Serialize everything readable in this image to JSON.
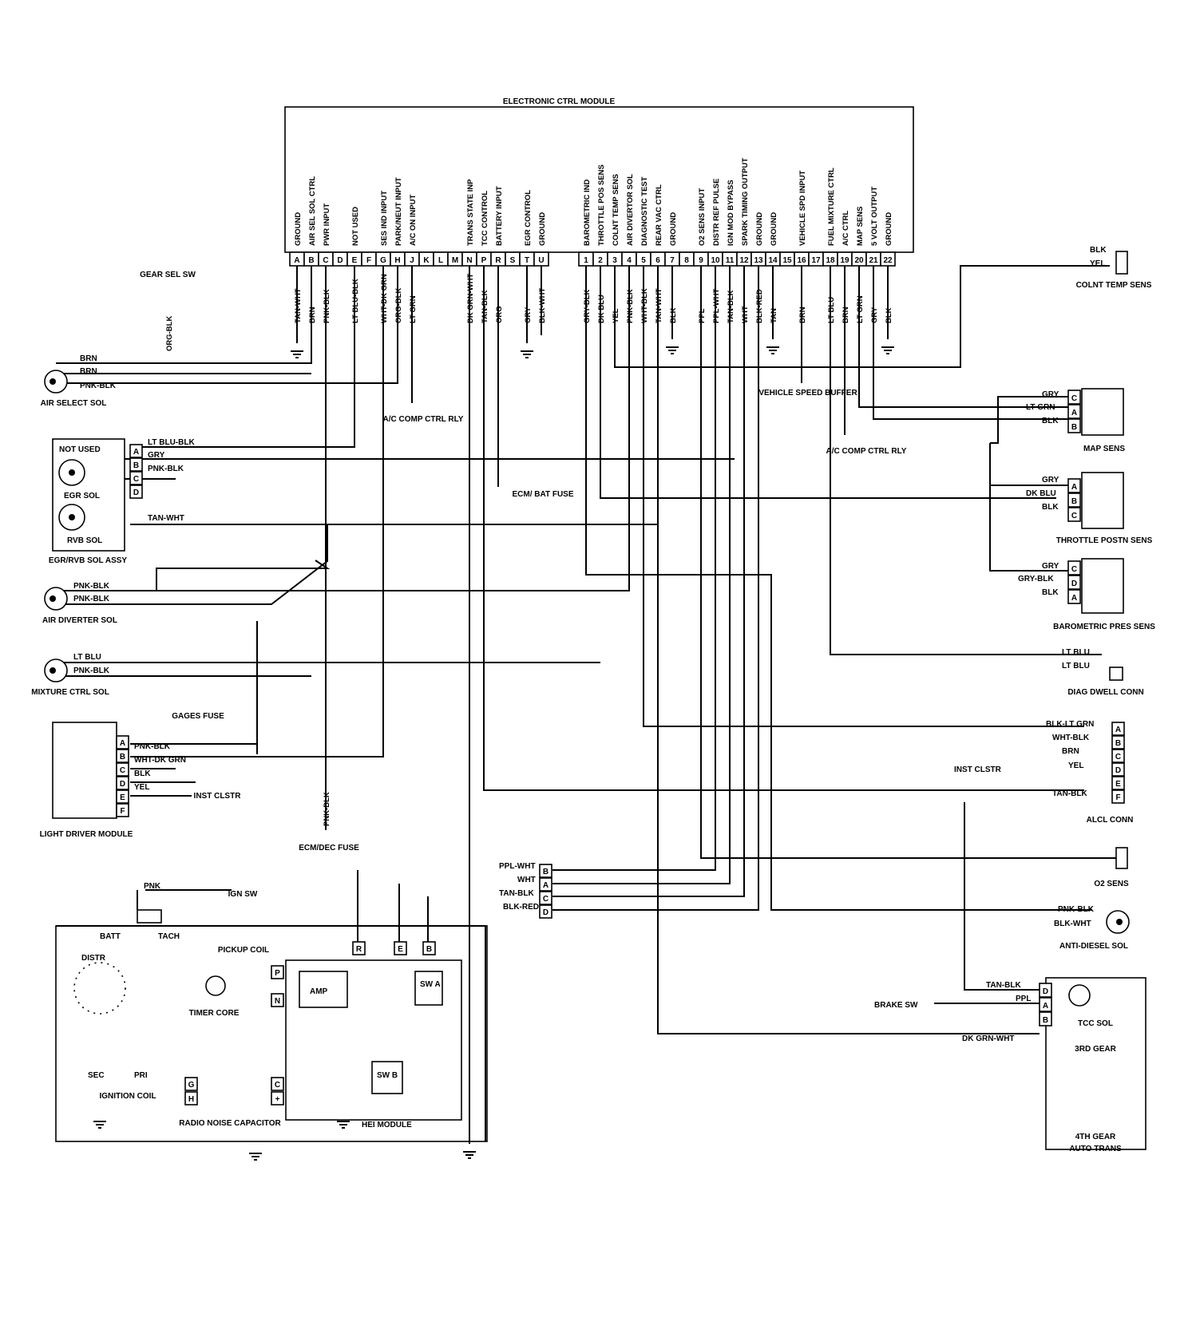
{
  "ecm": {
    "title": "ELECTRONIC CTRL MODULE",
    "left_pins": [
      {
        "pin": "A",
        "func": "GROUND",
        "wire": "TAN-WHT"
      },
      {
        "pin": "B",
        "func": "AIR SEL SOL CTRL",
        "wire": "BRN"
      },
      {
        "pin": "C",
        "func": "PWR INPUT",
        "wire": "PNK-BLK"
      },
      {
        "pin": "D",
        "func": "",
        "wire": ""
      },
      {
        "pin": "E",
        "func": "NOT USED",
        "wire": "LT BLU-BLK"
      },
      {
        "pin": "F",
        "func": "",
        "wire": ""
      },
      {
        "pin": "G",
        "func": "SES IND INPUT",
        "wire": "WHT-DK GRN"
      },
      {
        "pin": "H",
        "func": "PARK/NEUT INPUT",
        "wire": "ORG-BLK"
      },
      {
        "pin": "J",
        "func": "A/C ON INPUT",
        "wire": "LT GRN"
      },
      {
        "pin": "K",
        "func": "",
        "wire": ""
      },
      {
        "pin": "L",
        "func": "",
        "wire": ""
      },
      {
        "pin": "M",
        "func": "",
        "wire": ""
      },
      {
        "pin": "N",
        "func": "TRANS STATE INP",
        "wire": "DK GRN-WHT"
      },
      {
        "pin": "P",
        "func": "TCC CONTROL",
        "wire": "TAN-BLK"
      },
      {
        "pin": "R",
        "func": "BATTERY INPUT",
        "wire": "ORG"
      },
      {
        "pin": "S",
        "func": "",
        "wire": ""
      },
      {
        "pin": "T",
        "func": "EGR CONTROL",
        "wire": "GRY"
      },
      {
        "pin": "U",
        "func": "GROUND",
        "wire": "BLK-WHT"
      }
    ],
    "right_pins": [
      {
        "pin": "1",
        "func": "BAROMETRIC IND",
        "wire": "GRY-BLK"
      },
      {
        "pin": "2",
        "func": "THROTTLE POS SENS",
        "wire": "DK BLU"
      },
      {
        "pin": "3",
        "func": "COLNT TEMP SENS",
        "wire": "YEL"
      },
      {
        "pin": "4",
        "func": "AIR DIVERTOR SOL",
        "wire": "PNK-BLK"
      },
      {
        "pin": "5",
        "func": "DIAGNOSTIC TEST",
        "wire": "WHT-BLK"
      },
      {
        "pin": "6",
        "func": "REAR VAC CTRL",
        "wire": "TAN-WHT"
      },
      {
        "pin": "7",
        "func": "GROUND",
        "wire": "BLK"
      },
      {
        "pin": "8",
        "func": "",
        "wire": ""
      },
      {
        "pin": "9",
        "func": "O2 SENS INPUT",
        "wire": "PPL"
      },
      {
        "pin": "10",
        "func": "DISTR REF PULSE",
        "wire": "PPL-WHT"
      },
      {
        "pin": "11",
        "func": "IGN MOD BYPASS",
        "wire": "TAN-BLK"
      },
      {
        "pin": "12",
        "func": "SPARK TIMING OUTPUT",
        "wire": "WHT"
      },
      {
        "pin": "13",
        "func": "GROUND",
        "wire": "BLK-RED"
      },
      {
        "pin": "14",
        "func": "GROUND",
        "wire": "TAN"
      },
      {
        "pin": "15",
        "func": "",
        "wire": ""
      },
      {
        "pin": "16",
        "func": "VEHICLE SPD INPUT",
        "wire": "BRN"
      },
      {
        "pin": "17",
        "func": "",
        "wire": ""
      },
      {
        "pin": "18",
        "func": "FUEL MIXTURE CTRL",
        "wire": "LT BLU"
      },
      {
        "pin": "19",
        "func": "A/C CTRL",
        "wire": "BRN"
      },
      {
        "pin": "20",
        "func": "MAP SENS",
        "wire": "LT GRN"
      },
      {
        "pin": "21",
        "func": "5 VOLT OUTPUT",
        "wire": "GRY"
      },
      {
        "pin": "22",
        "func": "GROUND",
        "wire": "BLK"
      }
    ]
  },
  "labels": {
    "gear_sel_sw": "GEAR SEL SW",
    "org_blk": "ORG-BLK",
    "air_select_sol": "AIR SELECT SOL",
    "ac_comp_ctrl_rly_left": "A/C COMP CTRL RLY",
    "ac_comp_ctrl_rly_right": "A/C COMP CTRL RLY",
    "ecm_bat_fuse": "ECM/ BAT FUSE",
    "vehicle_speed_buffer": "VEHICLE SPEED BUFFER",
    "egr_rvb_assy": "EGR/RVB SOL ASSY",
    "not_used": "NOT USED",
    "egr_sol": "EGR SOL",
    "rvb_sol": "RVB SOL",
    "air_diverter_sol": "AIR DIVERTER SOL",
    "mixture_ctrl_sol": "MIXTURE CTRL SOL",
    "light_driver_module": "LIGHT DRIVER MODULE",
    "gages_fuse": "GAGES FUSE",
    "inst_clstr": "INST CLSTR",
    "ecm_dec_fuse": "ECM/DEC FUSE",
    "pnk_blk": "PNK-BLK",
    "colnt_temp_sens": "COLNT TEMP SENS",
    "map_sens": "MAP SENS",
    "throttle_postn_sens": "THROTTLE POSTN SENS",
    "barometric_pres_sens": "BAROMETRIC PRES SENS",
    "diag_dwell_conn": "DIAG DWELL CONN",
    "alcl_conn": "ALCL CONN",
    "inst_clstr_right": "INST CLSTR",
    "o2_sens": "O2 SENS",
    "anti_diesel_sol": "ANTI-DIESEL SOL",
    "brake_sw": "BRAKE SW",
    "tcc_sol": "TCC SOL",
    "third_gear": "3RD GEAR",
    "fourth_gear": "4TH GEAR",
    "auto_trans": "AUTO TRANS",
    "ign_sw": "IGN SW",
    "pnk": "PNK",
    "batt": "BATT",
    "tach": "TACH",
    "distr": "DISTR",
    "pickup_coil": "PICKUP COIL",
    "timer_core": "TIMER CORE",
    "amp": "AMP",
    "sw_a": "SW A",
    "sw_b": "SW B",
    "sec": "SEC",
    "pri": "PRI",
    "ignition_coil": "IGNITION COIL",
    "radio_noise_capacitor": "RADIO NOISE CAPACITOR",
    "hei_module": "HEI MODULE"
  },
  "wire_labels": {
    "brn1": "BRN",
    "brn2": "BRN",
    "pnkblk_as": "PNK-BLK",
    "ltblublk": "LT BLU-BLK",
    "gry_egr": "GRY",
    "pnkblk_egr": "PNK-BLK",
    "tanwht_egr": "TAN-WHT",
    "pnkblk_ad1": "PNK-BLK",
    "pnkblk_ad2": "PNK-BLK",
    "ltblu_m": "LT BLU",
    "pnkblk_m": "PNK-BLK",
    "pnkblk_ld": "PNK-BLK",
    "whtdkgrn_ld": "WHT-DK GRN",
    "blk_ld": "BLK",
    "yel_ld": "YEL",
    "blk_ct": "BLK",
    "yel_ct": "YEL",
    "gry_map": "GRY",
    "ltgrn_map": "LT GRN",
    "blk_map": "BLK",
    "gry_tps": "GRY",
    "dkblu_tps": "DK BLU",
    "blk_tps": "BLK",
    "gry_bar": "GRY",
    "gryblk_bar": "GRY-BLK",
    "blk_bar": "BLK",
    "ltblu_dd1": "LT BLU",
    "ltblu_dd2": "LT BLU",
    "blkltgrn": "BLK-LT GRN",
    "whtblk": "WHT-BLK",
    "brn_alcl": "BRN",
    "yel_alcl": "YEL",
    "tanblk_alcl": "TAN-BLK",
    "pplwht": "PPL-WHT",
    "wht": "WHT",
    "tanblk": "TAN-BLK",
    "blkred": "BLK-RED",
    "pnkblk_adsl": "PNK-BLK",
    "blkwht_adsl": "BLK-WHT",
    "tanblk_tcc": "TAN-BLK",
    "ppl_tcc": "PPL",
    "dkgrnwht_tcc": "DK GRN-WHT"
  },
  "connector_pins": {
    "egr": [
      "A",
      "B",
      "C",
      "D"
    ],
    "light_driver": [
      "A",
      "B",
      "C",
      "D",
      "E",
      "F"
    ],
    "map": [
      "C",
      "A",
      "B"
    ],
    "tps": [
      "A",
      "B",
      "C"
    ],
    "baro": [
      "C",
      "D",
      "A"
    ],
    "alcl": [
      "A",
      "B",
      "C",
      "D",
      "E",
      "F"
    ],
    "hei_conn": [
      "B",
      "A",
      "C",
      "D"
    ],
    "tcc": [
      "D",
      "A",
      "B"
    ],
    "hei_terms": [
      "R",
      "E",
      "B",
      "P",
      "N",
      "C",
      "+",
      "G",
      "H"
    ]
  }
}
